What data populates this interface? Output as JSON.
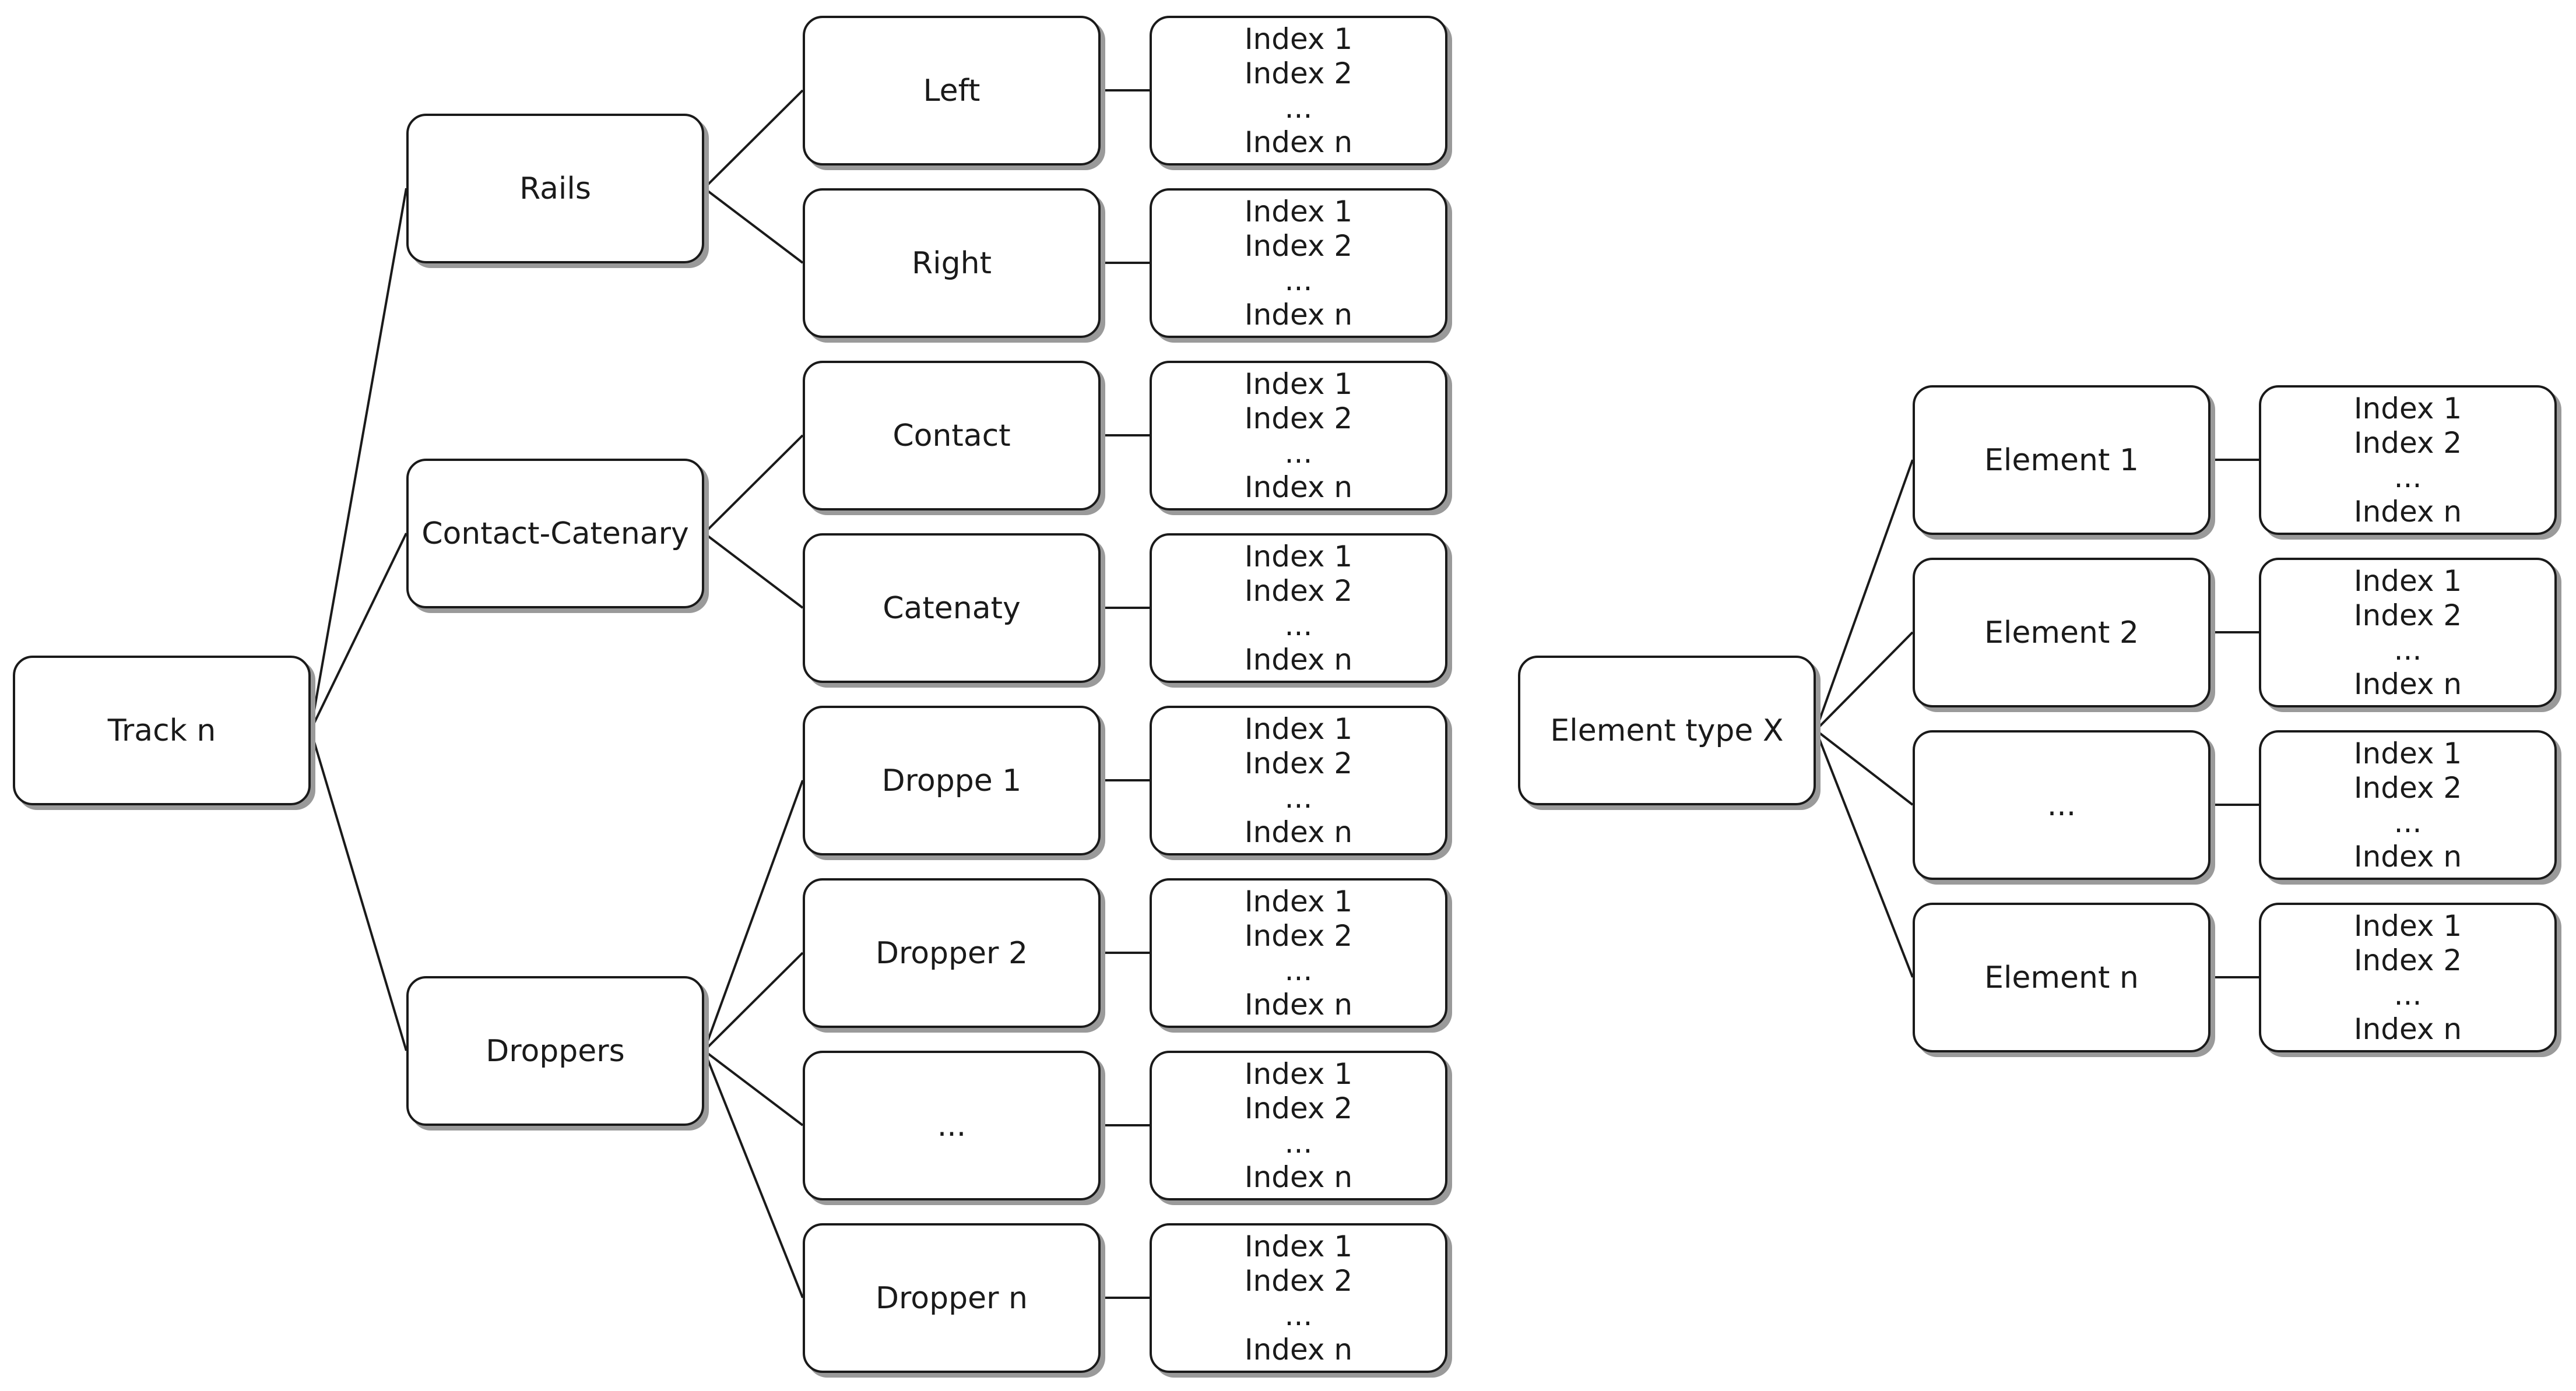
{
  "diagram": {
    "tree_a": {
      "root": "Track n",
      "groups": [
        {
          "label": "Rails",
          "children": [
            "Left",
            "Right"
          ]
        },
        {
          "label": "Contact-Catenary",
          "children": [
            "Contact",
            "Catenaty"
          ]
        },
        {
          "label": "Droppers",
          "children": [
            "Droppe 1",
            "Dropper 2",
            "...",
            "Dropper n"
          ]
        }
      ]
    },
    "tree_b": {
      "root": "Element type X",
      "children": [
        "Element 1",
        "Element 2",
        "...",
        "Element n"
      ]
    },
    "index_list": [
      "Index 1",
      "Index 2",
      "...",
      "Index n"
    ]
  }
}
